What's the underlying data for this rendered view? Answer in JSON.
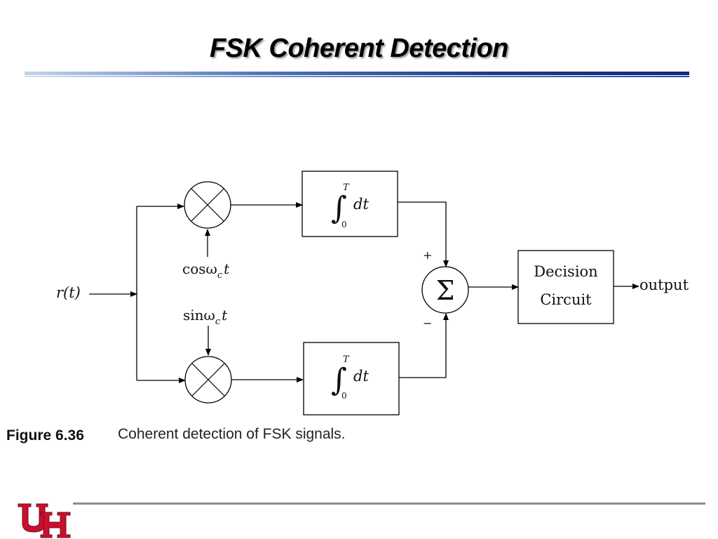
{
  "slide": {
    "title": "FSK Coherent Detection"
  },
  "diagram": {
    "input_label": "r(t)",
    "carrier_top": {
      "base": "cosω",
      "subscript": "c",
      "var": "t"
    },
    "carrier_bottom": {
      "base": "sinω",
      "subscript": "c",
      "var": "t"
    },
    "integrator": {
      "upper_limit": "T",
      "lower_limit": "0",
      "body": "dt"
    },
    "summer": {
      "symbol": "Σ",
      "plus_sign": "+",
      "minus_sign": "−"
    },
    "decision_block": {
      "line1": "Decision",
      "line2": "Circuit"
    },
    "output_label": "output"
  },
  "caption": {
    "number": "Figure 6.36",
    "text": "Coherent detection of FSK signals."
  },
  "colors": {
    "title_rule": "#1c3a8a",
    "logo_red": "#c8102e"
  },
  "logo": {
    "icon": "university-logo-icon"
  }
}
